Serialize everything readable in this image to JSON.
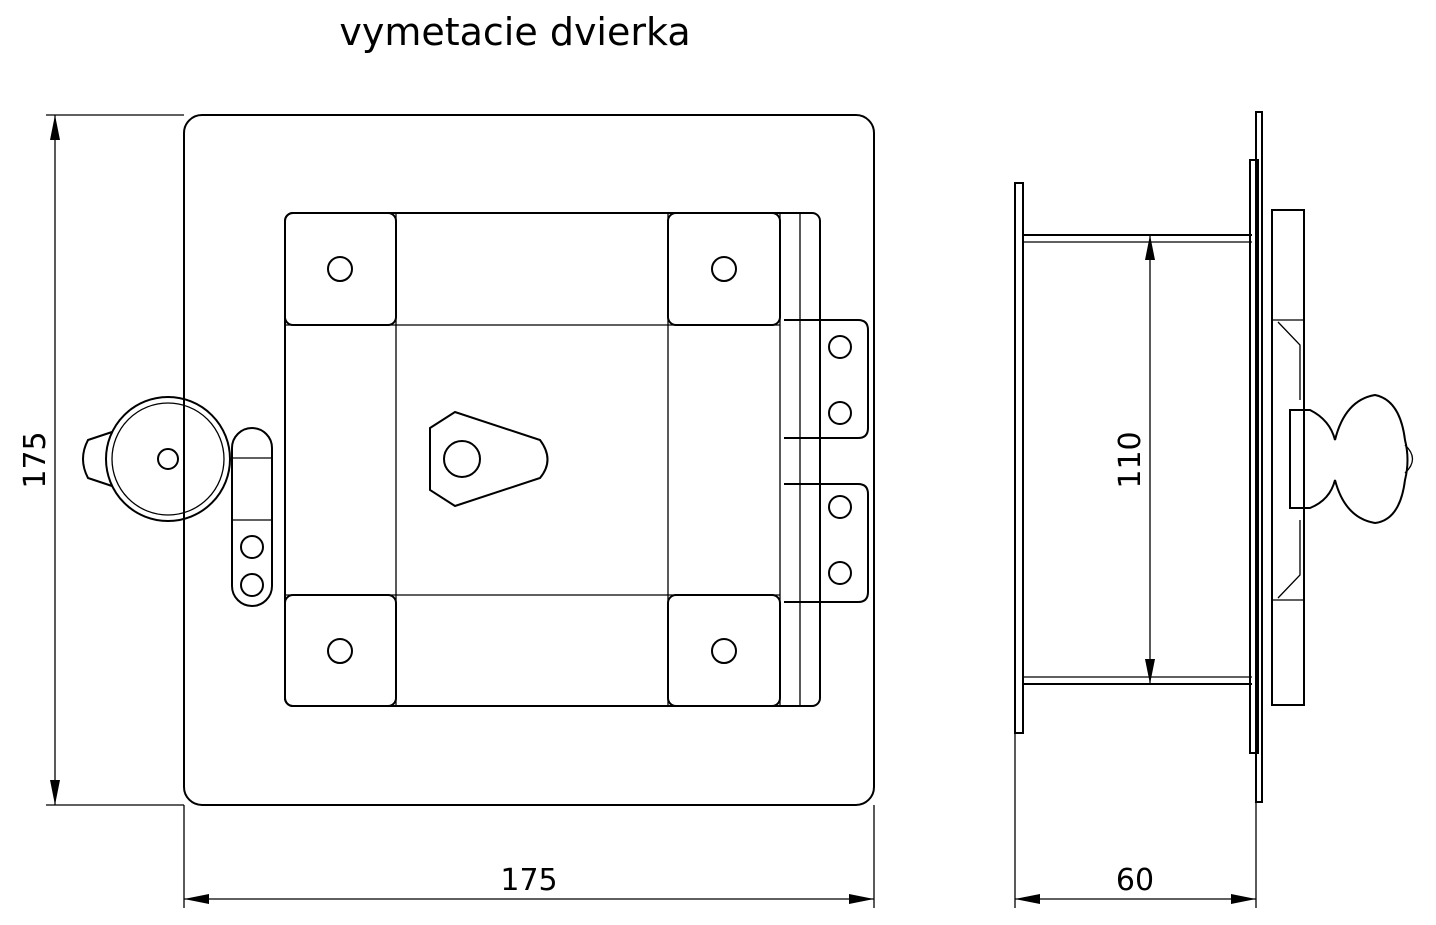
{
  "title": "vymetacie dvierka",
  "dimensions": {
    "front_height": "175",
    "front_width": "175",
    "side_opening": "110",
    "side_depth": "60"
  }
}
